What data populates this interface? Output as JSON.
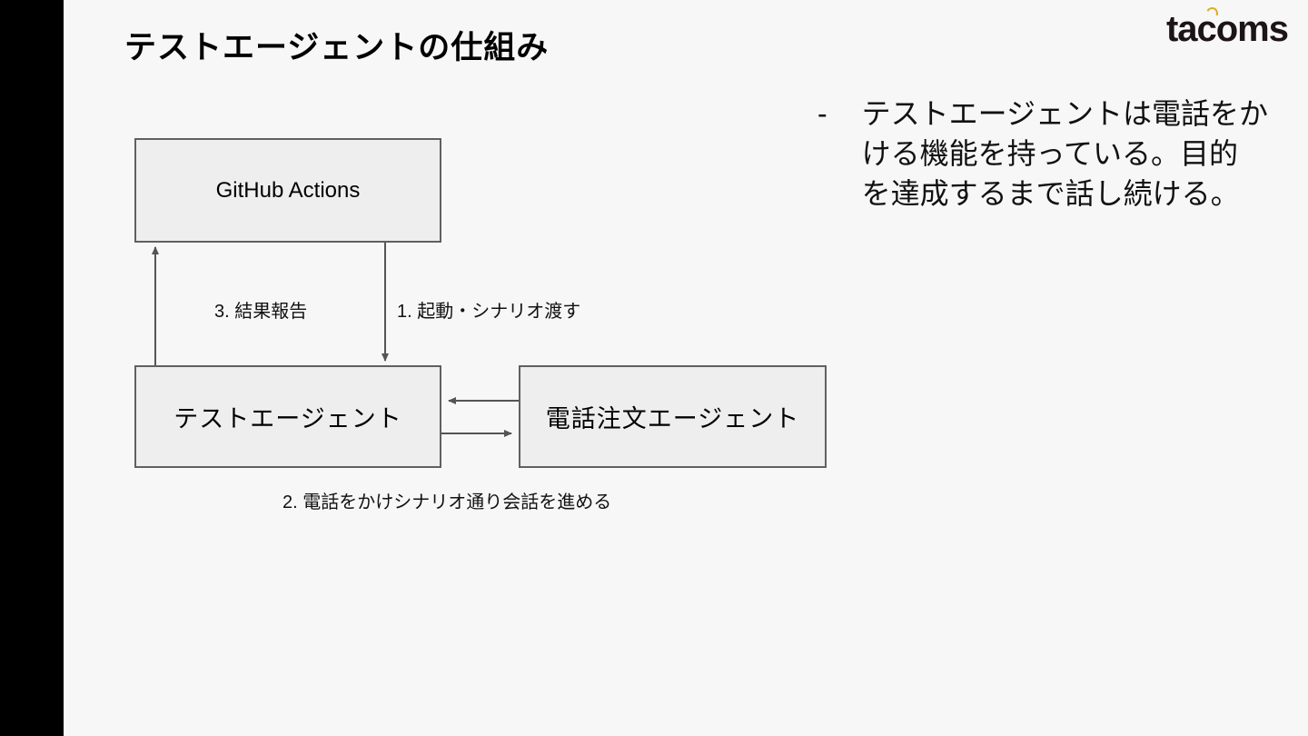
{
  "slide": {
    "title": "テストエージェントの仕組み",
    "logo": {
      "text": "tacoms",
      "accent_icon": "sparkle-mark",
      "accent_color": "#d9af1e",
      "text_color": "#1c1418"
    },
    "background_color": "#f7f7f7",
    "edge_bar_color": "#000000"
  },
  "diagram": {
    "nodes": [
      {
        "id": "github",
        "label": "GitHub Actions"
      },
      {
        "id": "test_agent",
        "label": "テストエージェント"
      },
      {
        "id": "phone_agent",
        "label": "電話注文エージェント"
      }
    ],
    "edges": [
      {
        "id": "launch",
        "label": "1. 起動・シナリオ渡す",
        "from": "github",
        "to": "test_agent",
        "direction": "down"
      },
      {
        "id": "call",
        "label": "2. 電話をかけシナリオ通り会話を進める",
        "from": "test_agent",
        "to": "phone_agent",
        "direction": "both"
      },
      {
        "id": "report",
        "label": "3. 結果報告",
        "from": "test_agent",
        "to": "github",
        "direction": "up"
      }
    ],
    "colors": {
      "node_fill": "#eeeeee",
      "node_border": "#606060",
      "arrow": "#555555"
    }
  },
  "notes": {
    "bullet_marker": "-",
    "lines": [
      "テストエージェントは電話をか",
      "ける機能を持っている。目的",
      "を達成するまで話し続ける。"
    ]
  }
}
